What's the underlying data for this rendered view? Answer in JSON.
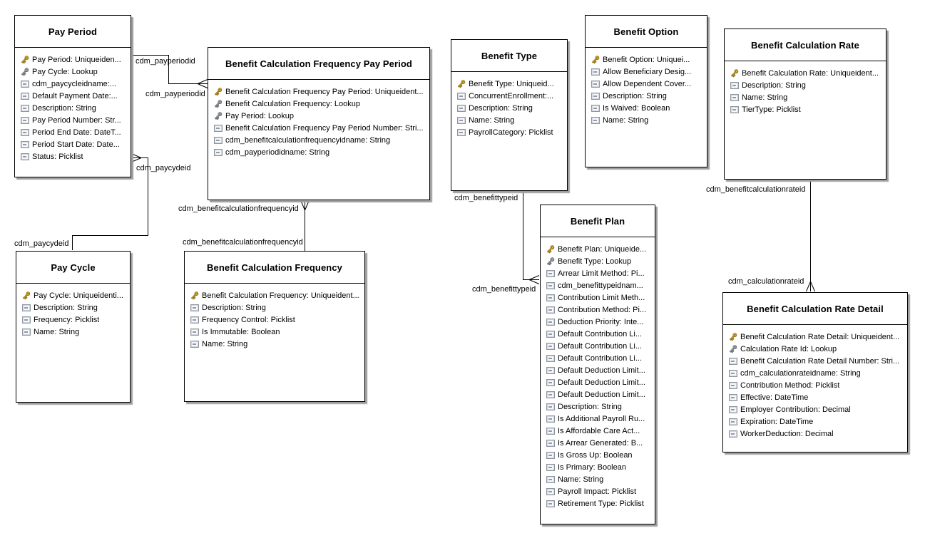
{
  "diagram": {
    "type": "entity-relationship",
    "background_color": "#ffffff",
    "line_color": "#000000",
    "key_gold_color": "#edb72c",
    "key_gray_color": "#bcbfc6"
  },
  "entities": [
    {
      "id": "pay-period",
      "title": "Pay Period",
      "fields": [
        {
          "icon": "key-gold",
          "text": "Pay Period: Uniqueiden..."
        },
        {
          "icon": "key-gray",
          "text": "Pay Cycle: Lookup"
        },
        {
          "icon": "attr",
          "text": "cdm_paycycleidname:..."
        },
        {
          "icon": "attr",
          "text": "Default Payment Date:..."
        },
        {
          "icon": "attr",
          "text": "Description: String"
        },
        {
          "icon": "attr",
          "text": "Pay Period Number: Str..."
        },
        {
          "icon": "attr",
          "text": "Period End Date: DateT..."
        },
        {
          "icon": "attr",
          "text": "Period Start Date: Date..."
        },
        {
          "icon": "attr",
          "text": "Status: Picklist"
        }
      ]
    },
    {
      "id": "benefit-calculation-frequency-pay-period",
      "title": "Benefit Calculation Frequency Pay Period",
      "fields": [
        {
          "icon": "key-gold",
          "text": "Benefit Calculation Frequency Pay Period: Uniqueident..."
        },
        {
          "icon": "key-gray",
          "text": "Benefit Calculation Frequency: Lookup"
        },
        {
          "icon": "key-gray",
          "text": "Pay Period: Lookup"
        },
        {
          "icon": "attr",
          "text": "Benefit Calculation Frequency Pay Period Number: Stri..."
        },
        {
          "icon": "attr",
          "text": "cdm_benefitcalculationfrequencyidname: String"
        },
        {
          "icon": "attr",
          "text": "cdm_payperiodidname: String"
        }
      ]
    },
    {
      "id": "benefit-type",
      "title": "Benefit Type",
      "fields": [
        {
          "icon": "key-gold",
          "text": "Benefit Type: Uniqueid..."
        },
        {
          "icon": "attr",
          "text": "ConcurrentEnrollment:..."
        },
        {
          "icon": "attr",
          "text": "Description: String"
        },
        {
          "icon": "attr",
          "text": "Name: String"
        },
        {
          "icon": "attr",
          "text": "PayrollCategory: Picklist"
        }
      ]
    },
    {
      "id": "benefit-option",
      "title": "Benefit Option",
      "fields": [
        {
          "icon": "key-gold",
          "text": "Benefit Option: Uniquei..."
        },
        {
          "icon": "attr",
          "text": "Allow Beneficiary Desig..."
        },
        {
          "icon": "attr",
          "text": "Allow Dependent Cover..."
        },
        {
          "icon": "attr",
          "text": "Description: String"
        },
        {
          "icon": "attr",
          "text": "Is Waived: Boolean"
        },
        {
          "icon": "attr",
          "text": "Name: String"
        }
      ]
    },
    {
      "id": "benefit-calculation-rate",
      "title": "Benefit Calculation Rate",
      "fields": [
        {
          "icon": "key-gold",
          "text": "Benefit Calculation Rate: Uniqueident..."
        },
        {
          "icon": "attr",
          "text": "Description: String"
        },
        {
          "icon": "attr",
          "text": "Name: String"
        },
        {
          "icon": "attr",
          "text": "TierType: Picklist"
        }
      ]
    },
    {
      "id": "pay-cycle",
      "title": "Pay Cycle",
      "fields": [
        {
          "icon": "key-gold",
          "text": "Pay Cycle: Uniqueidenti..."
        },
        {
          "icon": "attr",
          "text": "Description: String"
        },
        {
          "icon": "attr",
          "text": "Frequency: Picklist"
        },
        {
          "icon": "attr",
          "text": "Name: String"
        }
      ]
    },
    {
      "id": "benefit-calculation-frequency",
      "title": "Benefit Calculation Frequency",
      "fields": [
        {
          "icon": "key-gold",
          "text": "Benefit Calculation Frequency: Uniqueident..."
        },
        {
          "icon": "attr",
          "text": "Description: String"
        },
        {
          "icon": "attr",
          "text": "Frequency Control: Picklist"
        },
        {
          "icon": "attr",
          "text": "Is Immutable: Boolean"
        },
        {
          "icon": "attr",
          "text": "Name: String"
        }
      ]
    },
    {
      "id": "benefit-plan",
      "title": "Benefit Plan",
      "fields": [
        {
          "icon": "key-gold",
          "text": "Benefit Plan: Uniqueide..."
        },
        {
          "icon": "key-gray",
          "text": "Benefit Type: Lookup"
        },
        {
          "icon": "attr",
          "text": "Arrear Limit Method: Pi..."
        },
        {
          "icon": "attr",
          "text": "cdm_benefittypeidnam..."
        },
        {
          "icon": "attr",
          "text": "Contribution Limit Meth..."
        },
        {
          "icon": "attr",
          "text": "Contribution Method: Pi..."
        },
        {
          "icon": "attr",
          "text": "Deduction Priority: Inte..."
        },
        {
          "icon": "attr",
          "text": "Default Contribution Li..."
        },
        {
          "icon": "attr",
          "text": "Default Contribution Li..."
        },
        {
          "icon": "attr",
          "text": "Default Contribution Li..."
        },
        {
          "icon": "attr",
          "text": "Default Deduction Limit..."
        },
        {
          "icon": "attr",
          "text": "Default Deduction Limit..."
        },
        {
          "icon": "attr",
          "text": "Default Deduction Limit..."
        },
        {
          "icon": "attr",
          "text": "Description: String"
        },
        {
          "icon": "attr",
          "text": "Is Additional Payroll Ru..."
        },
        {
          "icon": "attr",
          "text": "Is Affordable Care Act..."
        },
        {
          "icon": "attr",
          "text": "Is Arrear Generated: B..."
        },
        {
          "icon": "attr",
          "text": "Is Gross Up: Boolean"
        },
        {
          "icon": "attr",
          "text": "Is Primary: Boolean"
        },
        {
          "icon": "attr",
          "text": "Name: String"
        },
        {
          "icon": "attr",
          "text": "Payroll Impact: Picklist"
        },
        {
          "icon": "attr",
          "text": "Retirement Type: Picklist"
        }
      ]
    },
    {
      "id": "benefit-calculation-rate-detail",
      "title": "Benefit Calculation Rate Detail",
      "fields": [
        {
          "icon": "key-gold",
          "text": "Benefit Calculation Rate Detail: Uniqueident..."
        },
        {
          "icon": "key-gray",
          "text": "Calculation Rate Id: Lookup"
        },
        {
          "icon": "attr",
          "text": "Benefit Calculation Rate Detail Number: Stri..."
        },
        {
          "icon": "attr",
          "text": "cdm_calculationrateidname: String"
        },
        {
          "icon": "attr",
          "text": "Contribution Method: Picklist"
        },
        {
          "icon": "attr",
          "text": "Effective: DateTime"
        },
        {
          "icon": "attr",
          "text": "Employer Contribution: Decimal"
        },
        {
          "icon": "attr",
          "text": "Expiration: DateTime"
        },
        {
          "icon": "attr",
          "text": "WorkerDeduction: Decimal"
        }
      ]
    }
  ],
  "connector_labels": [
    {
      "text": "cdm_payperiodid"
    },
    {
      "text": "cdm_payperiodid"
    },
    {
      "text": "cdm_paycydeid"
    },
    {
      "text": "cdm_paycydeid"
    },
    {
      "text": "cdm_benefitcalculationfrequencyid"
    },
    {
      "text": "cdm_benefitcalculationfrequencyid"
    },
    {
      "text": "cdm_benefittypeid"
    },
    {
      "text": "cdm_benefittypeid"
    },
    {
      "text": "cdm_benefitcalculationrateid"
    },
    {
      "text": "cdm_calculationrateid"
    }
  ],
  "connectors": [
    {
      "one_end": "Pay Period",
      "many_end": "Benefit Calculation Frequency Pay Period",
      "label_one": "cdm_payperiodid",
      "label_many": "cdm_payperiodid"
    },
    {
      "one_end": "Pay Cycle",
      "many_end": "Pay Period",
      "label_one": "cdm_paycydeid",
      "label_many": "cdm_paycydeid"
    },
    {
      "one_end": "Benefit Calculation Frequency",
      "many_end": "Benefit Calculation Frequency Pay Period",
      "label_one": "cdm_benefitcalculationfrequencyid",
      "label_many": "cdm_benefitcalculationfrequencyid"
    },
    {
      "one_end": "Benefit Type",
      "many_end": "Benefit Plan",
      "label_one": "cdm_benefittypeid",
      "label_many": "cdm_benefittypeid"
    },
    {
      "one_end": "Benefit Calculation Rate",
      "many_end": "Benefit Calculation Rate Detail",
      "label_one": "cdm_benefitcalculationrateid",
      "label_many": "cdm_calculationrateid"
    }
  ]
}
